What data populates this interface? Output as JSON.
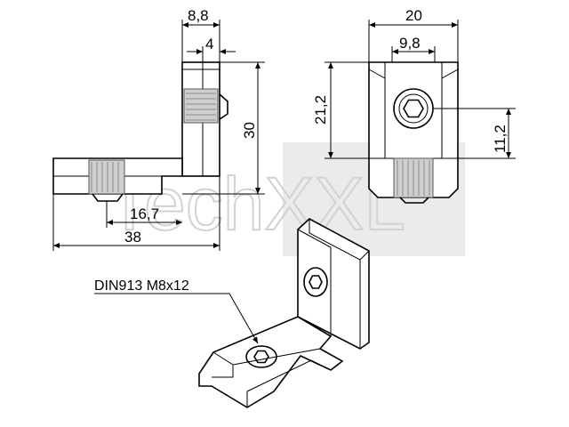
{
  "watermark": {
    "text": "TechXXL"
  },
  "dimensions": {
    "width_8_8": "8,8",
    "width_4": "4",
    "height_30": "30",
    "length_16_7": "16,7",
    "length_38": "38",
    "width_20": "20",
    "width_9_8": "9,8",
    "height_21_2": "21,2",
    "height_11_2": "11,2"
  },
  "callout": {
    "label": "DIN913 M8x12"
  }
}
